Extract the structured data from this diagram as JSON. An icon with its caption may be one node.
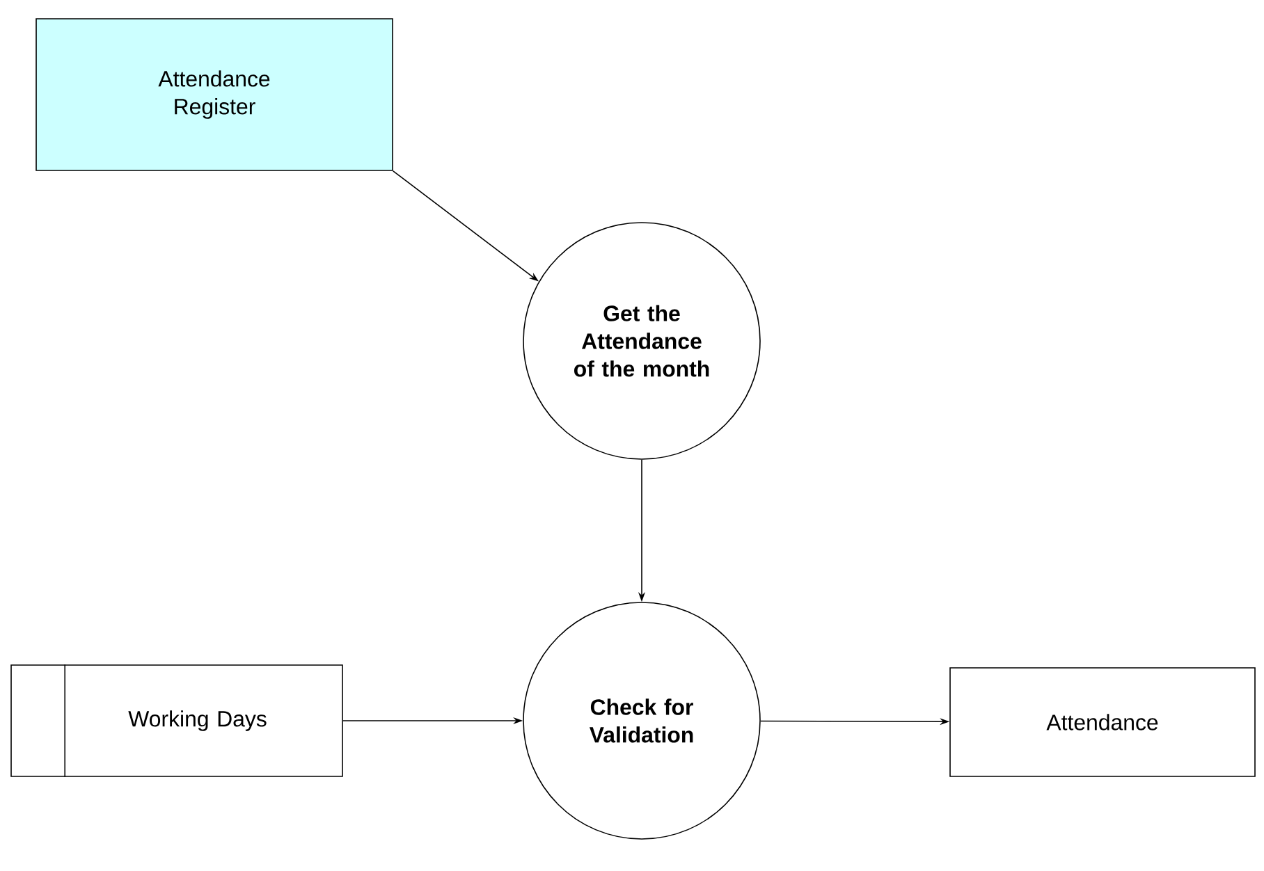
{
  "diagram": {
    "nodes": [
      {
        "text": [
          "Attendance Register"
        ]
      },
      {
        "text": [
          "Get the Attendance of the month"
        ]
      },
      {
        "text": [
          "Check for Validation"
        ]
      },
      {
        "text": [
          "Working Days"
        ]
      },
      {
        "text": [
          "Attendance"
        ]
      }
    ],
    "edges": [
      {
        "from": 0,
        "to": 1,
        "arrow": "to"
      },
      {
        "from": 1,
        "to": 2,
        "arrow": "to"
      },
      {
        "from": 3,
        "to": 2,
        "arrow": "to"
      },
      {
        "from": 2,
        "to": 4,
        "arrow": "to"
      }
    ]
  }
}
